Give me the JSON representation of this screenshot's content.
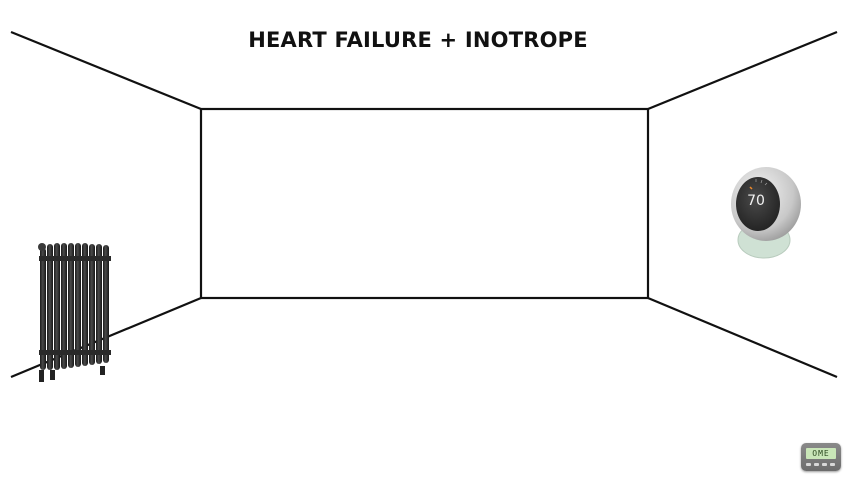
{
  "title": "HEART FAILURE + INOTROPE",
  "thermostat": {
    "temperature": "70",
    "icon": "thermostat-icon"
  },
  "radiator": {
    "icon": "radiator-icon"
  },
  "badge": {
    "label": "OME",
    "icon": "ome-badge-icon"
  },
  "colors": {
    "line": "#111111",
    "background": "#ffffff"
  }
}
